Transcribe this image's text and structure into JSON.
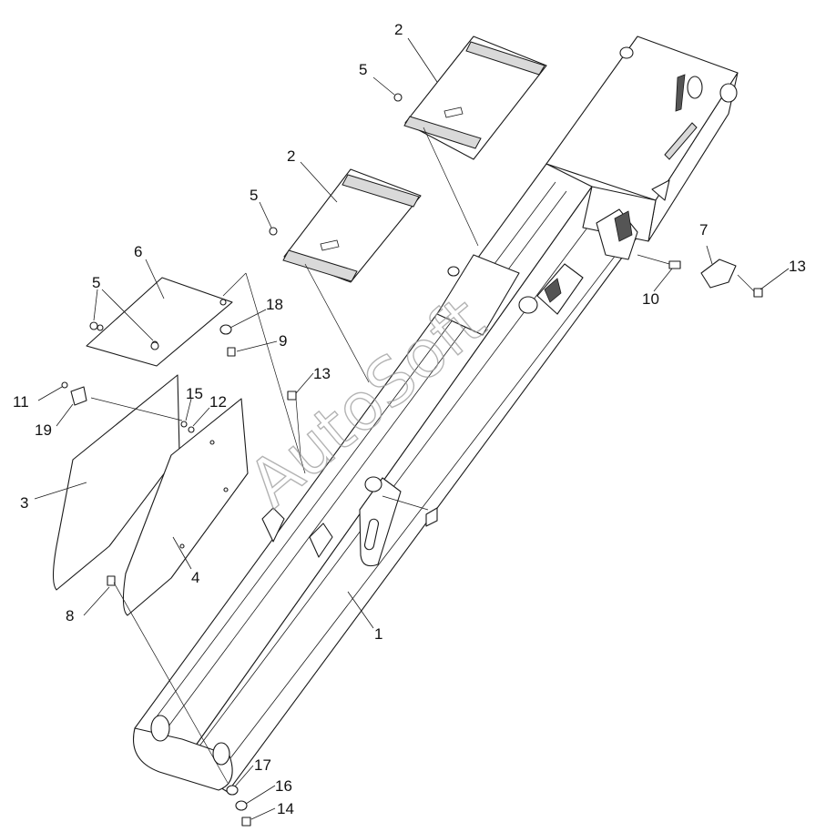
{
  "watermark": "AutoSoft",
  "callouts": [
    {
      "id": "c2a",
      "text": "2"
    },
    {
      "id": "c5a",
      "text": "5"
    },
    {
      "id": "c2b",
      "text": "2"
    },
    {
      "id": "c5b",
      "text": "5"
    },
    {
      "id": "c6",
      "text": "6"
    },
    {
      "id": "c5c",
      "text": "5"
    },
    {
      "id": "c18",
      "text": "18"
    },
    {
      "id": "c9",
      "text": "9"
    },
    {
      "id": "c13a",
      "text": "13"
    },
    {
      "id": "c11",
      "text": "11"
    },
    {
      "id": "c15",
      "text": "15"
    },
    {
      "id": "c12",
      "text": "12"
    },
    {
      "id": "c19",
      "text": "19"
    },
    {
      "id": "c3",
      "text": "3"
    },
    {
      "id": "c4",
      "text": "4"
    },
    {
      "id": "c8",
      "text": "8"
    },
    {
      "id": "c1",
      "text": "1"
    },
    {
      "id": "c7",
      "text": "7"
    },
    {
      "id": "c13b",
      "text": "13"
    },
    {
      "id": "c10",
      "text": "10"
    },
    {
      "id": "c17",
      "text": "17"
    },
    {
      "id": "c16",
      "text": "16"
    },
    {
      "id": "c14",
      "text": "14"
    }
  ]
}
